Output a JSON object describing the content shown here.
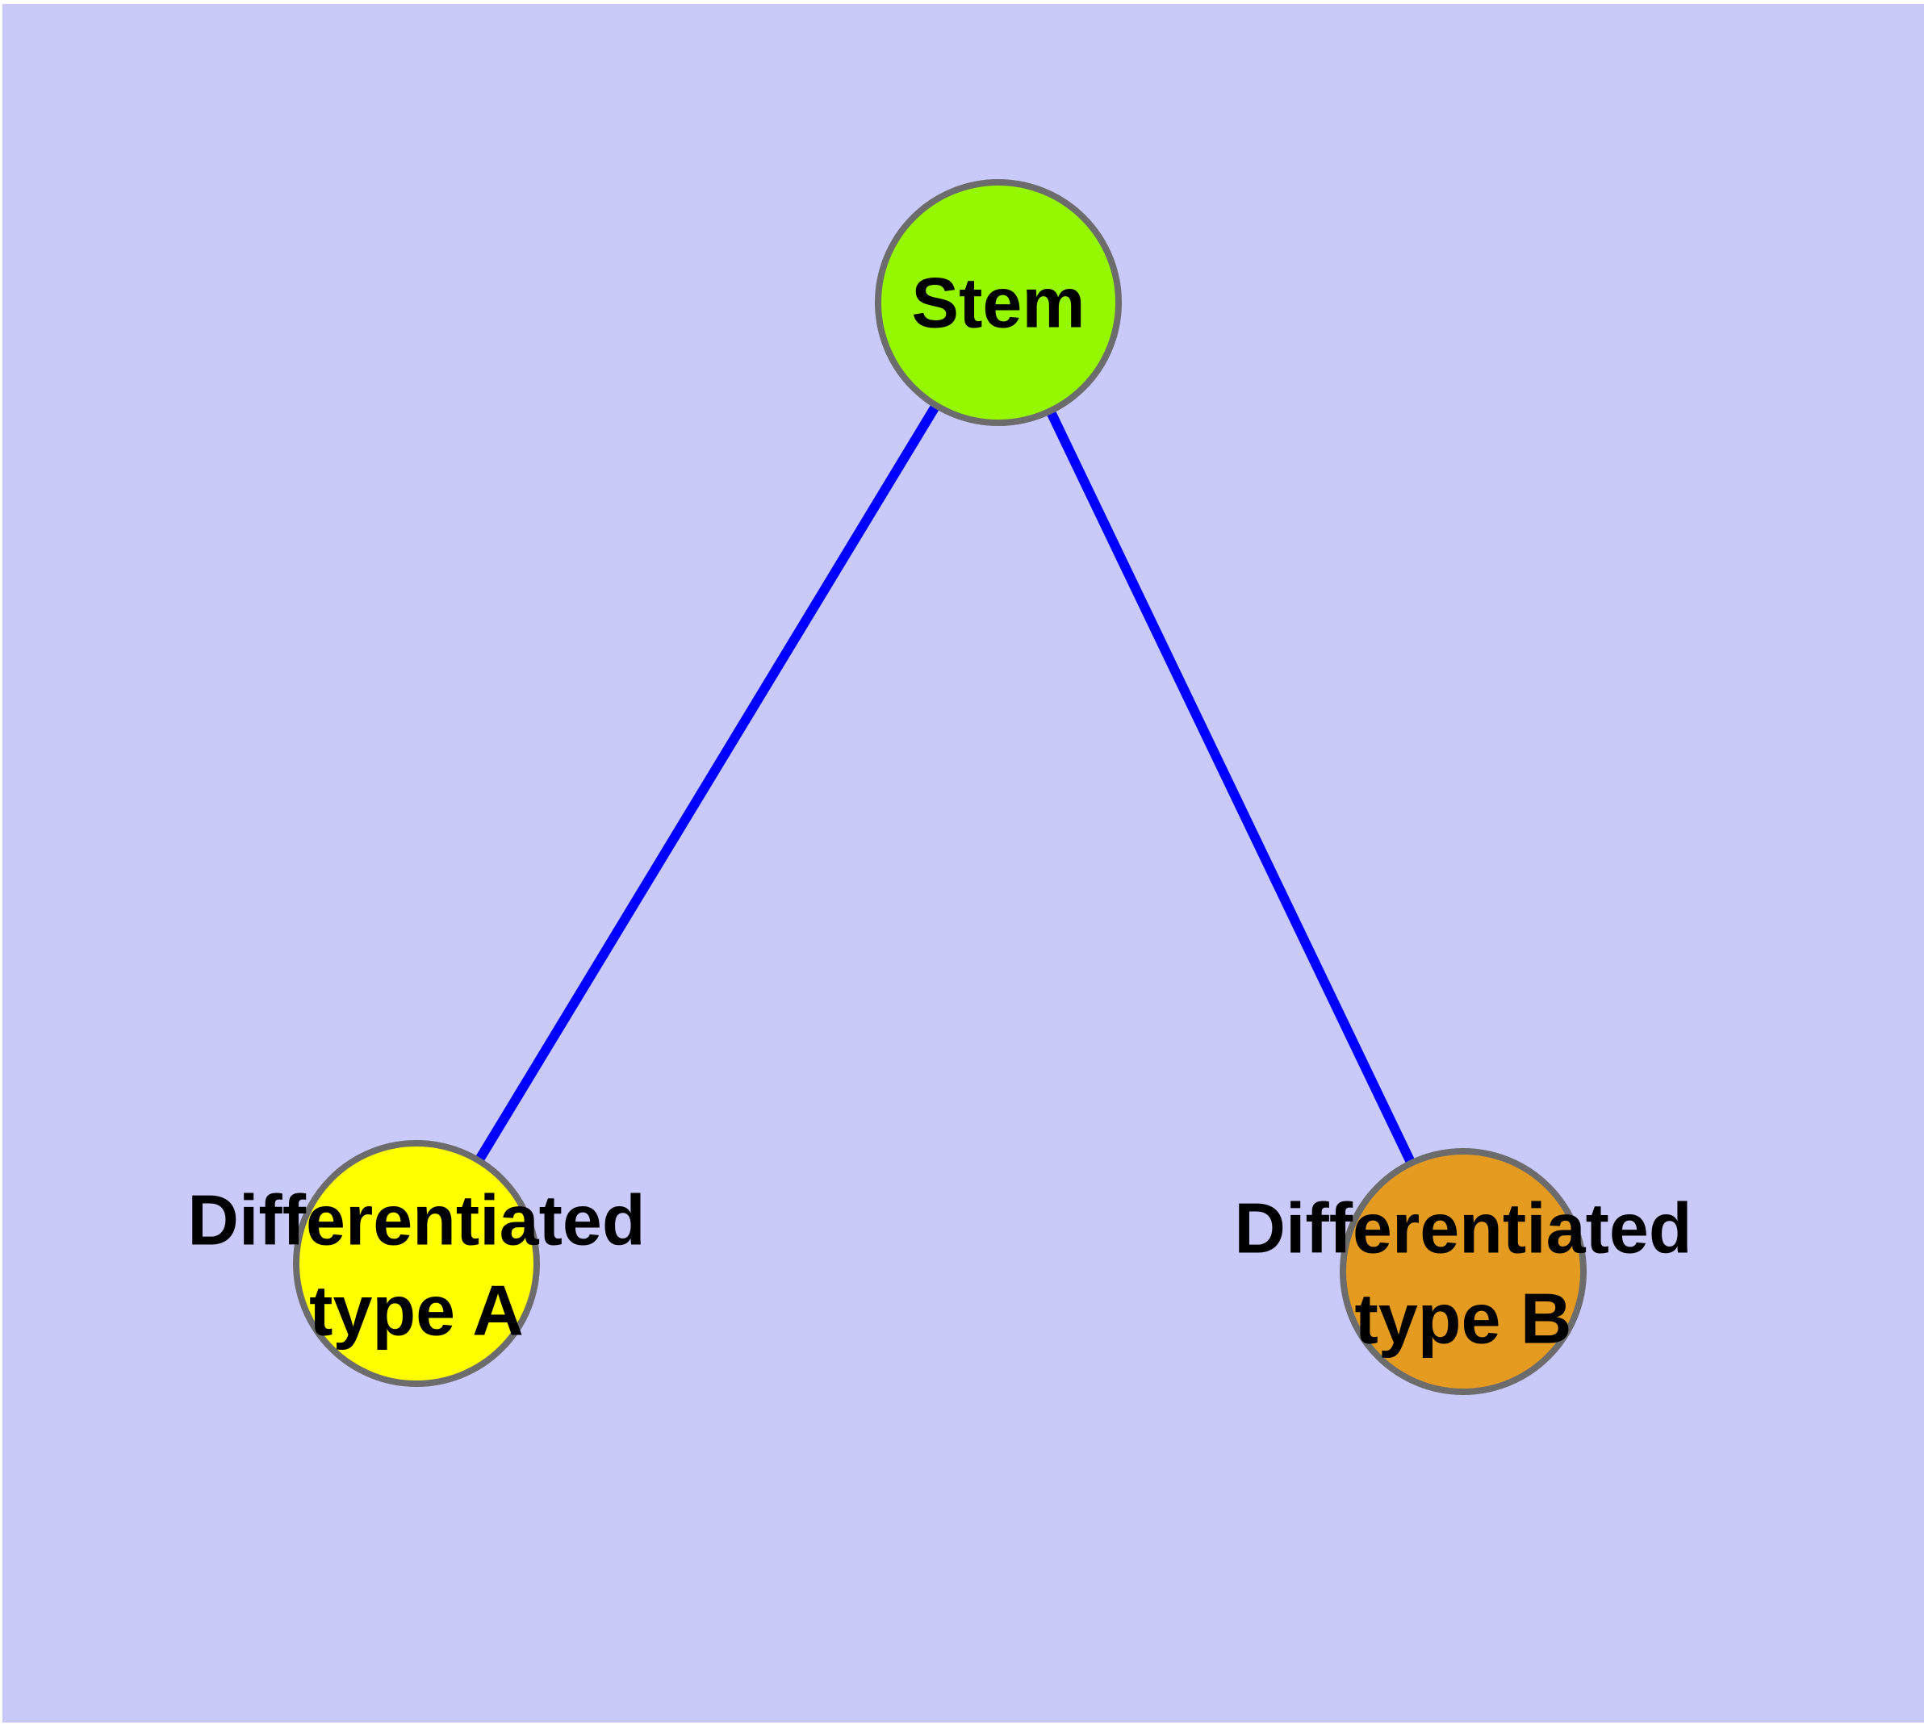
{
  "canvas": {
    "page_background": "#FFFFFF",
    "background_color": "#CACAFA"
  },
  "graph": {
    "edge_color": "#0000FF",
    "node_border_color": "#6C6C6C",
    "label_color": "#000000",
    "nodes": [
      {
        "id": "stem",
        "label": "Stem",
        "fill": "#96F800"
      },
      {
        "id": "differentiated-type-a",
        "label": "Differentiated type A",
        "label_line1": "Differentiated",
        "label_line2": "type A",
        "fill": "#FFFF00"
      },
      {
        "id": "differentiated-type-b",
        "label": "Differentiated type B",
        "label_line1": "Differentiated",
        "label_line2": "type B",
        "fill": "#E49B1F"
      }
    ],
    "edges": [
      {
        "from": "Stem",
        "to": "Differentiated type A"
      },
      {
        "from": "Stem",
        "to": "Differentiated type B"
      }
    ]
  }
}
